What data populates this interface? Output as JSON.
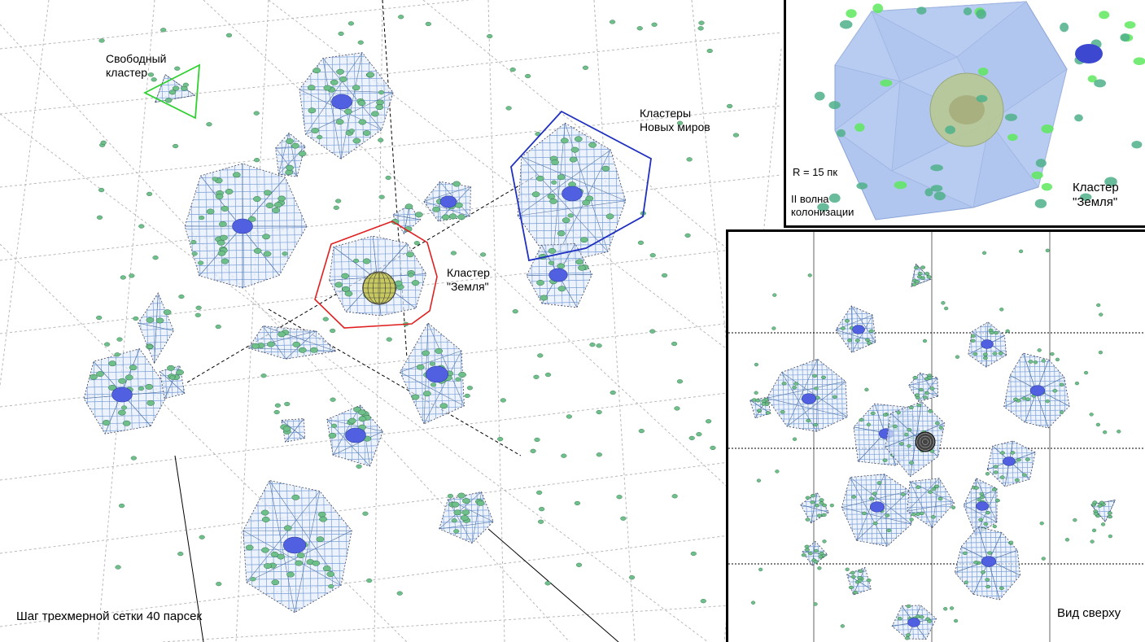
{
  "labels": {
    "free_cluster": "Свободный\nкластер",
    "new_worlds": "Кластеры\nНовых миров",
    "earth_cluster_main": "Кластер\n\"Земля\"",
    "grid_step": "Шаг трехмерной сетки 40 парсек"
  },
  "inset_3d": {
    "radius": "R = 15 пк",
    "wave": "II волна\nколонизации",
    "title": "Кластер\n\"Земля\""
  },
  "inset_top": {
    "title": "Вид сверху"
  },
  "colors": {
    "grid": "#b8b8b8",
    "mesh": "#7a9fd8",
    "mesh_fill": "#e6eefb",
    "star": "#6fbf8a",
    "core": "#5060e0",
    "earth_outline": "#e02020",
    "new_worlds_outline": "#2030c0",
    "free_outline": "#30d030",
    "earth_sphere": "#c8c860"
  }
}
